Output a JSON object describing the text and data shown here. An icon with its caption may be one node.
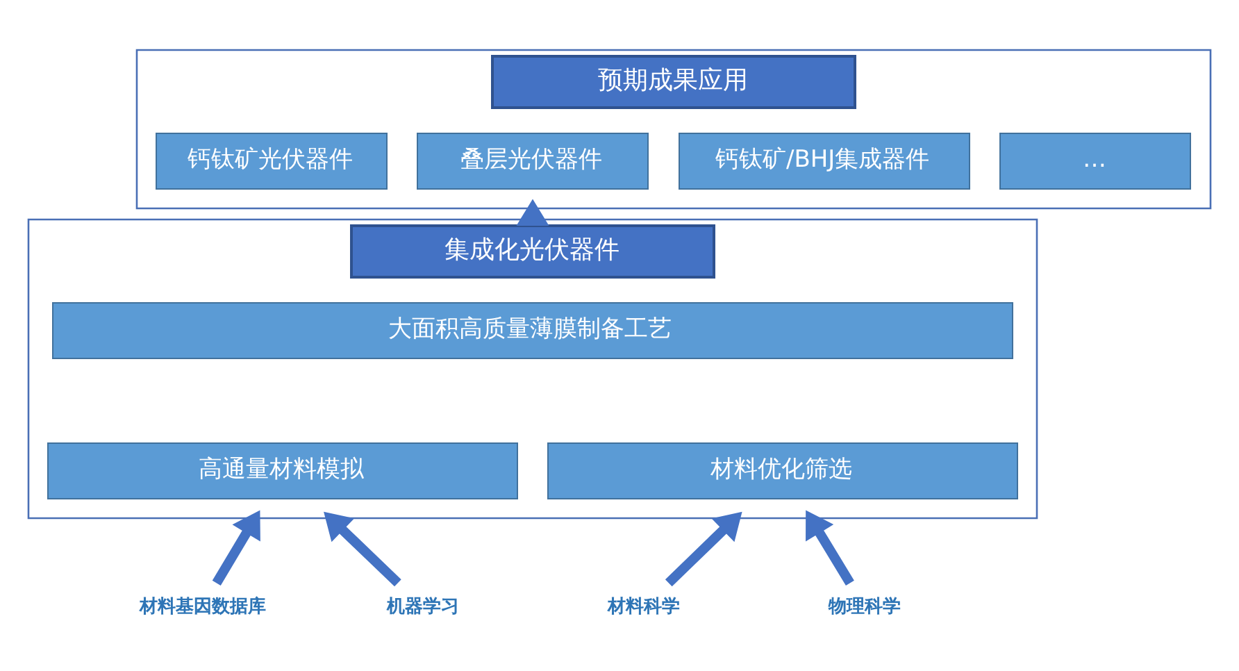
{
  "diagram": {
    "nodes": [
      {
        "text": [
          "预期成果应用"
        ]
      },
      {
        "text": [
          "钙钛矿光伏器件"
        ],
        "in": 0
      },
      {
        "text": [
          "叠层光伏器件"
        ],
        "in": 0
      },
      {
        "text": [
          "钙钛矿/BHJ集成器件"
        ],
        "in": 0
      },
      {
        "text": [
          "…"
        ],
        "in": 0
      },
      {
        "text": [
          "集成化光伏器件"
        ]
      },
      {
        "text": [
          "大面积高质量薄膜制备工艺"
        ],
        "in": 5
      },
      {
        "text": [
          "高通量材料模拟"
        ],
        "in": 5
      },
      {
        "text": [
          "材料优化筛选"
        ],
        "in": 5
      },
      {
        "text": [
          "材料基因数据库"
        ]
      },
      {
        "text": [
          "机器学习"
        ]
      },
      {
        "text": [
          "材料科学"
        ]
      },
      {
        "text": [
          "物理科学"
        ]
      }
    ],
    "edges": [
      {
        "from": 5,
        "to": 0,
        "arrow": "to"
      },
      {
        "from": 9,
        "to": 5,
        "arrow": "to"
      },
      {
        "from": 10,
        "to": 5,
        "arrow": "to"
      },
      {
        "from": 11,
        "to": 5,
        "arrow": "to"
      },
      {
        "from": 12,
        "to": 5,
        "arrow": "to"
      }
    ]
  }
}
